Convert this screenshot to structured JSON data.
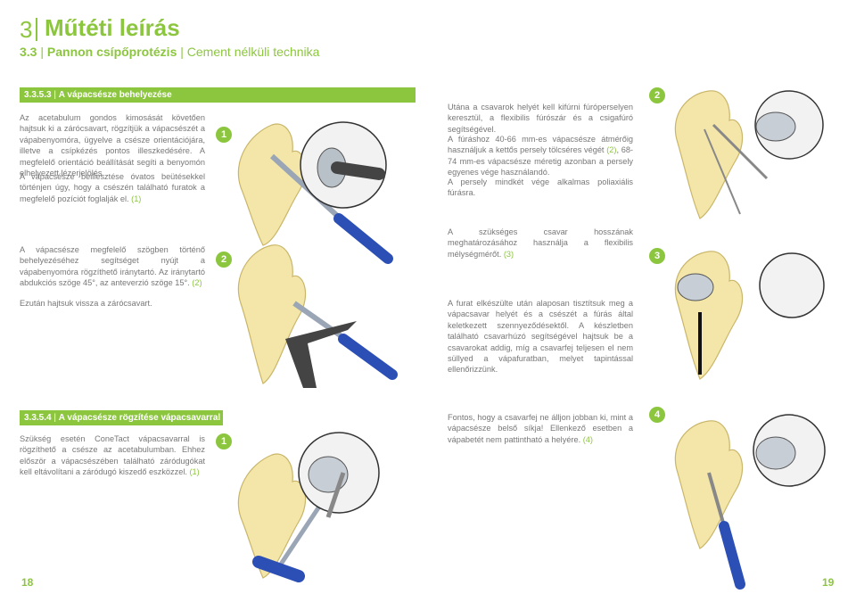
{
  "header": {
    "chapter_number": "3",
    "chapter_title": "Műtéti leírás",
    "sub_number": "3.3",
    "sub_title": "Pannon csípőprotézis",
    "sub_extra": "Cement nélküli technika"
  },
  "left": {
    "section1": {
      "number": "3.3.5.3",
      "title": "A vápacsésze behelyezése",
      "para1": "Az acetabulum gondos kimosását követően hajtsuk ki a zárócsavart, rögzítjük a vápacsészét a vápabenyomóra, ügyelve a csésze orientációjára, illetve a csípkézés pontos illeszkedésére. A megfelelő orientáció beállítását segíti a benyomón elhelyezett lézerjelölés.",
      "para2": "A vápacsésze beillesztése óvatos beütésekkel történjen úgy, hogy a csészén található furatok a megfelelő pozíciót foglalják el.",
      "para2_ref": "(1)",
      "para3": "A vápacsésze megfelelő szögben történő behelyezéséhez segítséget nyújt a vápabenyomóra rögzíthető iránytartó. Az iránytartó abdukciós szöge 45°, az anteverzió szöge 15°.",
      "para3_ref": "(2)",
      "para4": "Ezután hajtsuk vissza a zárócsavart.",
      "badge1": "1",
      "badge2": "2"
    },
    "section2": {
      "number": "3.3.5.4",
      "title": "A vápacsésze rögzítése vápacsavarral",
      "para1": "Szükség esetén ConeTact vápacsavarral is rögzíthető a csésze az acetabulumban. Ehhez először a vápacsészében található záródugókat kell eltávolítani a záródugó kiszedő eszközzel.",
      "para1_ref": "(1)",
      "badge1": "1"
    },
    "page_number": "18"
  },
  "right": {
    "para1": "Utána a csavarok helyét kell kifúrni fúróperselyen keresztül, a flexibilis fúrószár és a csigafúró segítségével.",
    "para2": "A fúráshoz 40-66 mm-es vápacsésze átmérőig használjuk a kettős persely tölcséres végét",
    "para2_ref": "(2)",
    "para2_tail": ", 68-74 mm-es vápacsésze méretig azonban a persely egyenes vége használandó.",
    "para3": "A persely mindkét vége alkalmas poliaxiális fúrásra.",
    "para4": "A szükséges csavar hosszának meghatározásához használja a flexibilis mélységmérőt.",
    "para4_ref": "(3)",
    "para5": "A furat elkészülte után alaposan tisztítsuk meg a vápacsavar helyét és a csészét a fúrás által keletkezett szennyeződésektől. A készletben található csavarhúzó segítségével hajtsuk be a csavarokat addig, míg a csavarfej teljesen el nem süllyed a vápafuratban, melyet tapintással ellenőrizzünk.",
    "para6": "Fontos, hogy a csavarfej ne álljon jobban ki, mint a vápacsésze belső síkja! Ellenkező esetben a vápabetét nem pattintható a helyére.",
    "para6_ref": "(4)",
    "badge2": "2",
    "badge3": "3",
    "badge4": "4",
    "page_number": "19"
  },
  "colors": {
    "accent": "#8cc63f",
    "bone": "#f3e6a8",
    "tool_blue": "#2c4fb5",
    "text": "#777777"
  }
}
